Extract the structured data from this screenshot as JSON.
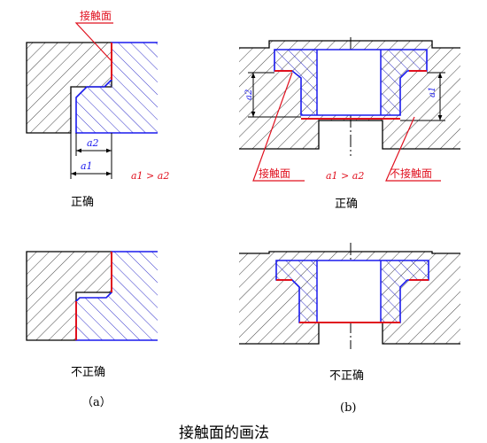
{
  "labels": {
    "contact_a": "接触面",
    "contact_b": "接触面",
    "noncontact_b": "不接触面",
    "dim_a1": "a1",
    "dim_a2": "a2",
    "dim_b1": "a1",
    "dim_b2": "a2",
    "relation_a": "a1 > a2",
    "relation_b": "a1 > a2",
    "correct_a": "正确",
    "correct_b": "正确",
    "incorrect_a": "不正确",
    "incorrect_b": "不正确",
    "sub_a": "（a）",
    "sub_b": "(b)",
    "caption": "接触面的画法"
  },
  "colors": {
    "outline": "#000000",
    "hatch_dark": "#444444",
    "hatch_blue": "#3333cc",
    "part_blue": "#1a1aee",
    "contact_red": "#e0101e"
  }
}
